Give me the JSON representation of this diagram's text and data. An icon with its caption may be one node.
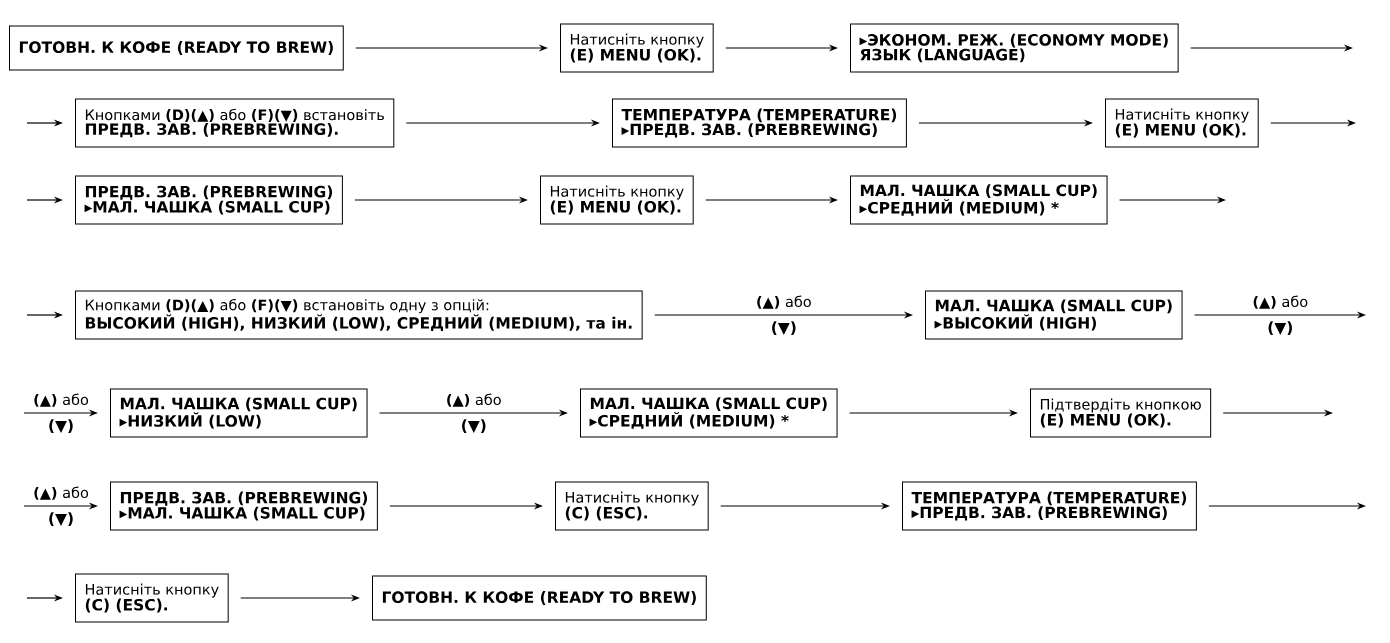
{
  "diagram": {
    "nodes": [
      {
        "text": [
          "ГОТОВН. К КОФЕ (READY TO BREW)"
        ]
      },
      {
        "text": [
          "Натисніть кнопку",
          "(E) MENU (OK)."
        ]
      },
      {
        "text": [
          "▸ЭКОНОМ. РЕЖ. (ECONOMY MODE)",
          "ЯЗЫК (LANGUAGE)"
        ]
      },
      {
        "text": [
          "Кнопками **(D)(▲)** або **(F)(▼)** встановіть",
          "ПРЕДВ. ЗАВ. (PREBREWING)."
        ]
      },
      {
        "text": [
          "ТЕМПЕРАТУРА (TEMPERATURE)",
          "▸ПРЕДВ. ЗАВ. (PREBREWING)"
        ]
      },
      {
        "text": [
          "Натисніть кнопку",
          "(E) MENU (OK)."
        ]
      },
      {
        "text": [
          "ПРЕДВ. ЗАВ. (PREBREWING)",
          "▸МАЛ. ЧАШКА (SMALL CUP)"
        ]
      },
      {
        "text": [
          "Натисніть кнопку",
          "(E) MENU (OK)."
        ]
      },
      {
        "text": [
          "МАЛ. ЧАШКА (SMALL CUP)",
          "▸СРЕДНИЙ (MEDIUM) *"
        ]
      },
      {
        "text": [
          "Кнопками **(D)(▲)** або **(F)(▼)** встановіть одну з опцій:",
          "ВЫСОКИЙ (HIGH), НИЗКИЙ (LOW), СРЕДНИЙ (MEDIUM), та ін."
        ]
      },
      {
        "text": [
          "МАЛ. ЧАШКА (SMALL CUP)",
          "▸ВЫСОКИЙ (HIGH)"
        ]
      },
      {
        "text": [
          "МАЛ. ЧАШКА (SMALL CUP)",
          "▸НИЗКИЙ (LOW)"
        ]
      },
      {
        "text": [
          "МАЛ. ЧАШКА (SMALL CUP)",
          "▸СРЕДНИЙ (MEDIUM) *"
        ]
      },
      {
        "text": [
          "Підтвердіть кнопкою",
          "(E) MENU (OK)."
        ]
      },
      {
        "text": [
          "ПРЕДВ. ЗАВ. (PREBREWING)",
          "▸МАЛ. ЧАШКА (SMALL CUP)"
        ]
      },
      {
        "text": [
          "Натисніть кнопку",
          "(C) (ESC)."
        ]
      },
      {
        "text": [
          "ТЕМПЕРАТУРА (TEMPERATURE)",
          "▸ПРЕДВ. ЗАВ. (PREBREWING)"
        ]
      },
      {
        "text": [
          "Натисніть кнопку",
          "(C) (ESC)."
        ]
      },
      {
        "text": [
          "ГОТОВН. К КОФЕ (READY TO BREW)"
        ]
      }
    ],
    "edges": [
      {
        "from": 0,
        "to": 1,
        "arrow": "to"
      },
      {
        "from": 1,
        "to": 2,
        "arrow": "to"
      },
      {
        "from": 2,
        "to": null,
        "arrow": "to"
      },
      {
        "from": null,
        "to": 3,
        "arrow": "to"
      },
      {
        "from": 3,
        "to": 4,
        "arrow": "to"
      },
      {
        "from": 4,
        "to": 5,
        "arrow": "to"
      },
      {
        "from": 5,
        "to": null,
        "arrow": "to"
      },
      {
        "from": null,
        "to": 6,
        "arrow": "to"
      },
      {
        "from": 6,
        "to": 7,
        "arrow": "to"
      },
      {
        "from": 7,
        "to": 8,
        "arrow": "to"
      },
      {
        "from": 8,
        "to": null,
        "arrow": "to"
      },
      {
        "from": null,
        "to": 9,
        "arrow": "to"
      },
      {
        "from": 9,
        "to": 10,
        "arrow": "to",
        "label": "**(▲)** або"
      },
      {
        "from": 10,
        "to": null,
        "arrow": "to",
        "label": "**(▲)** або"
      },
      {
        "from": null,
        "to": 11,
        "arrow": "to",
        "label": "**(▲)** або"
      },
      {
        "from": 11,
        "to": 12,
        "arrow": "to",
        "label": "**(▲)** або"
      },
      {
        "from": 12,
        "to": 13,
        "arrow": "to"
      },
      {
        "from": 13,
        "to": null,
        "arrow": "to"
      },
      {
        "from": null,
        "to": 14,
        "arrow": "to",
        "label": "**(▲)** або"
      },
      {
        "from": 14,
        "to": 15,
        "arrow": "to"
      },
      {
        "from": 15,
        "to": 16,
        "arrow": "to"
      },
      {
        "from": 16,
        "to": null,
        "arrow": "to"
      },
      {
        "from": null,
        "to": 17,
        "arrow": "to"
      },
      {
        "from": 17,
        "to": 18,
        "arrow": "to"
      }
    ],
    "labels": [
      "(▼)",
      "(▼)",
      "(▼)",
      "(▼)",
      "(▼)"
    ]
  }
}
